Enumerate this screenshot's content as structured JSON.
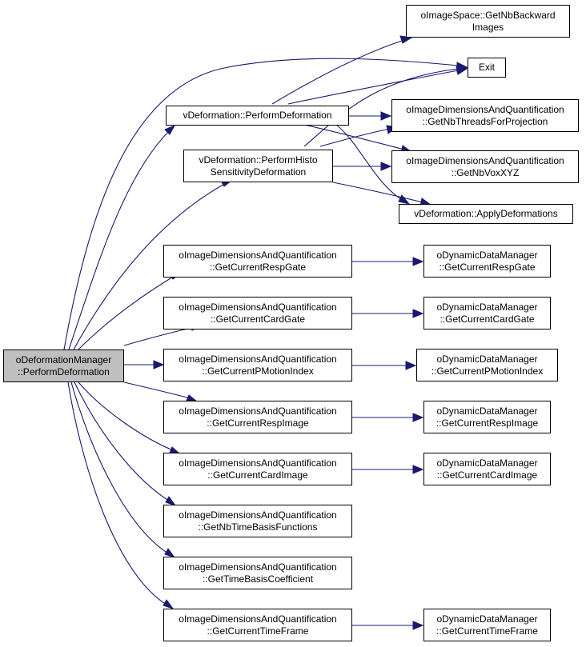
{
  "diagram": {
    "root": {
      "line1": "oDeformationManager",
      "line2": "::PerformDeformation"
    },
    "nodes": {
      "perform_deformation": {
        "line1": "vDeformation::PerformDeformation"
      },
      "perform_histo": {
        "line1": "vDeformation::PerformHisto",
        "line2": "SensitivityDeformation"
      },
      "get_nb_backward": {
        "line1": "oImageSpace::GetNbBackward",
        "line2": "Images"
      },
      "exit": {
        "line1": "Exit"
      },
      "get_nb_threads": {
        "line1": "oImageDimensionsAndQuantification",
        "line2": "::GetNbThreadsForProjection"
      },
      "get_nb_vox": {
        "line1": "oImageDimensionsAndQuantification",
        "line2": "::GetNbVoxXYZ"
      },
      "apply_deformations": {
        "line1": "vDeformation::ApplyDeformations"
      },
      "idq_resp_gate": {
        "line1": "oImageDimensionsAndQuantification",
        "line2": "::GetCurrentRespGate"
      },
      "idq_card_gate": {
        "line1": "oImageDimensionsAndQuantification",
        "line2": "::GetCurrentCardGate"
      },
      "idq_pmotion": {
        "line1": "oImageDimensionsAndQuantification",
        "line2": "::GetCurrentPMotionIndex"
      },
      "idq_resp_image": {
        "line1": "oImageDimensionsAndQuantification",
        "line2": "::GetCurrentRespImage"
      },
      "idq_card_image": {
        "line1": "oImageDimensionsAndQuantification",
        "line2": "::GetCurrentCardImage"
      },
      "idq_time_basis_fn": {
        "line1": "oImageDimensionsAndQuantification",
        "line2": "::GetNbTimeBasisFunctions"
      },
      "idq_time_basis_coef": {
        "line1": "oImageDimensionsAndQuantification",
        "line2": "::GetTimeBasisCoefficient"
      },
      "idq_time_frame": {
        "line1": "oImageDimensionsAndQuantification",
        "line2": "::GetCurrentTimeFrame"
      },
      "ddm_resp_gate": {
        "line1": "oDynamicDataManager",
        "line2": "::GetCurrentRespGate"
      },
      "ddm_card_gate": {
        "line1": "oDynamicDataManager",
        "line2": "::GetCurrentCardGate"
      },
      "ddm_pmotion": {
        "line1": "oDynamicDataManager",
        "line2": "::GetCurrentPMotionIndex"
      },
      "ddm_resp_image": {
        "line1": "oDynamicDataManager",
        "line2": "::GetCurrentRespImage"
      },
      "ddm_card_image": {
        "line1": "oDynamicDataManager",
        "line2": "::GetCurrentCardImage"
      },
      "ddm_time_frame": {
        "line1": "oDynamicDataManager",
        "line2": "::GetCurrentTimeFrame"
      }
    },
    "colors": {
      "edge": "#191970",
      "root_fill": "#bfbfbf",
      "node_fill": "#ffffff",
      "node_border": "#000000"
    }
  }
}
